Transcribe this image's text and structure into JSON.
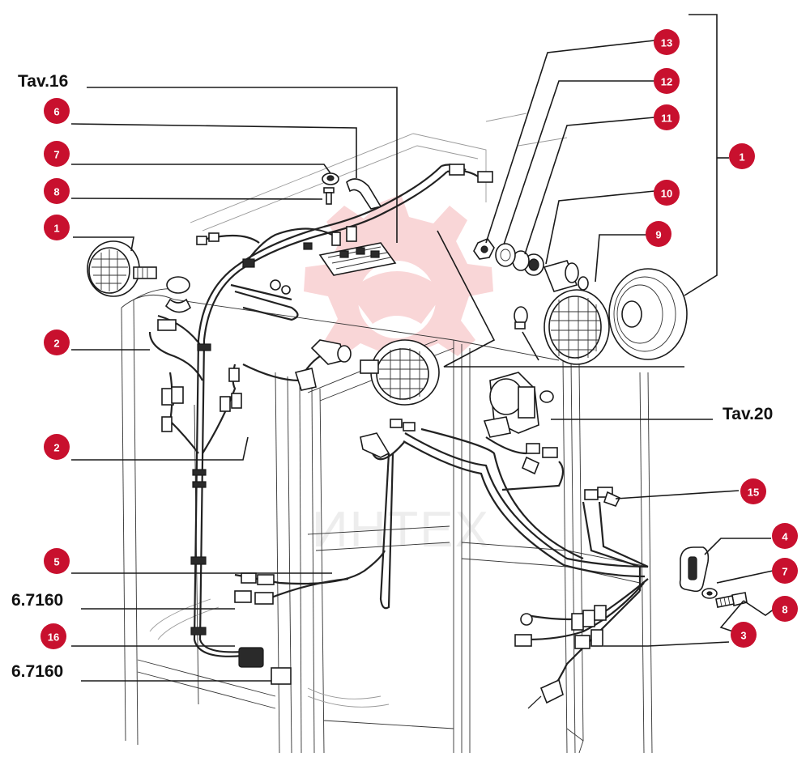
{
  "watermark": {
    "text": "ИНТЕХ",
    "color": "#f5b5b8"
  },
  "badge_color": "#c8102e",
  "references": [
    {
      "id": "tav16",
      "text": "Tav.16"
    },
    {
      "id": "tav20",
      "text": "Tav.20"
    },
    {
      "id": "ref-6-7160-a",
      "text": "6.7160"
    },
    {
      "id": "ref-6-7160-b",
      "text": "6.7160"
    }
  ],
  "callouts": [
    {
      "id": "c13",
      "label": "13"
    },
    {
      "id": "c12",
      "label": "12"
    },
    {
      "id": "c11",
      "label": "11"
    },
    {
      "id": "c10",
      "label": "10"
    },
    {
      "id": "c9",
      "label": "9"
    },
    {
      "id": "c1r",
      "label": "1"
    },
    {
      "id": "c6",
      "label": "6"
    },
    {
      "id": "c7a",
      "label": "7"
    },
    {
      "id": "c8a",
      "label": "8"
    },
    {
      "id": "c1l",
      "label": "1"
    },
    {
      "id": "c2a",
      "label": "2"
    },
    {
      "id": "c2b",
      "label": "2"
    },
    {
      "id": "c15",
      "label": "15"
    },
    {
      "id": "c4",
      "label": "4"
    },
    {
      "id": "c7b",
      "label": "7"
    },
    {
      "id": "c8b",
      "label": "8"
    },
    {
      "id": "c3",
      "label": "3"
    },
    {
      "id": "c5",
      "label": "5"
    },
    {
      "id": "c16",
      "label": "16"
    }
  ]
}
